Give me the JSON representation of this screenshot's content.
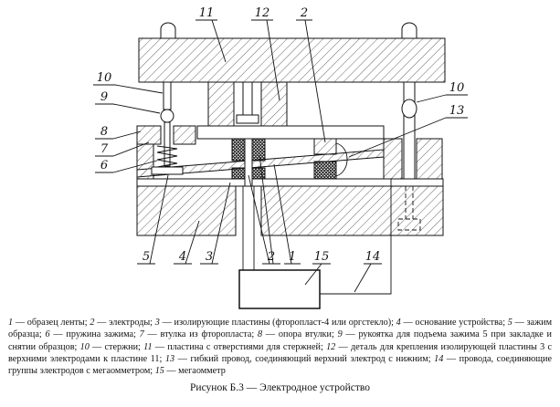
{
  "figure": {
    "caption": "Рисунок Б.3 — Электродное устройство",
    "callouts": {
      "c11": "11",
      "c12": "12",
      "c2top": "2",
      "c10left": "10",
      "c9": "9",
      "c8": "8",
      "c7": "7",
      "c6": "6",
      "c10right": "10",
      "c13": "13",
      "c5": "5",
      "c4": "4",
      "c3": "3",
      "c2bottom": "2",
      "c1": "1",
      "c15": "15",
      "c14": "14"
    }
  },
  "legend": {
    "items": [
      {
        "n": "1",
        "t": " — образец ленты; "
      },
      {
        "n": "2",
        "t": " — электроды; "
      },
      {
        "n": "3",
        "t": " — изолирующие пластины (фторопласт-4 или оргстекло); "
      },
      {
        "n": "4",
        "t": " — основание устройства; "
      },
      {
        "n": "5",
        "t": " — зажим образца; "
      },
      {
        "n": "6",
        "t": " — пружина зажима; "
      },
      {
        "n": "7",
        "t": " — втулка из фторопласта; "
      },
      {
        "n": "8",
        "t": " — опора втулки; "
      },
      {
        "n": "9",
        "t": " — рукоятка для подъема зажима 5 при закладке и снятии образцов; "
      },
      {
        "n": "10",
        "t": " — стержни; "
      },
      {
        "n": "11",
        "t": " — пластина с отверстиями для стержней; "
      },
      {
        "n": "12",
        "t": " — деталь для крепления изолирующей пластины 3 с верхними электродами к пластине 11; "
      },
      {
        "n": "13",
        "t": " — гибкий провод, соединяющий верхний электрод с нижним; "
      },
      {
        "n": "14",
        "t": " — провода, соединяющие группы электродов с мегаомметром; "
      },
      {
        "n": "15",
        "t": " — мегаомметр"
      }
    ]
  }
}
